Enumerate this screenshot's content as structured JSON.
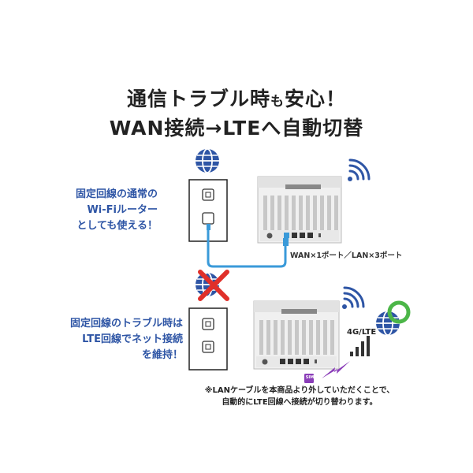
{
  "headline": {
    "line1_main": "通信トラブル時",
    "line1_small": "も",
    "line1_end": "安心！",
    "line2": "WAN接続→LTEへ自動切替"
  },
  "top_section": {
    "lines": [
      "固定回線の通常の",
      "Wi-Fiルーター",
      "としても使える！"
    ],
    "port_label": "WAN×1ポート／LAN×3ポート"
  },
  "bottom_section": {
    "lines": [
      "固定回線のトラブル時は",
      "LTE回線でネット接続",
      "を維持！"
    ],
    "network_label": "4G/LTE",
    "sim_label": "SIM"
  },
  "footnote": {
    "lines": [
      "※LANケーブルを本商品より外していただくことで、",
      "自動的にLTE回線へ接続が切り替わります。"
    ]
  },
  "colors": {
    "accent_blue": "#2e55a5",
    "cable_blue": "#3a9ad9",
    "cross_red": "#e0302a",
    "lte_green": "#4cb648",
    "sim_purple": "#8a3db8"
  }
}
